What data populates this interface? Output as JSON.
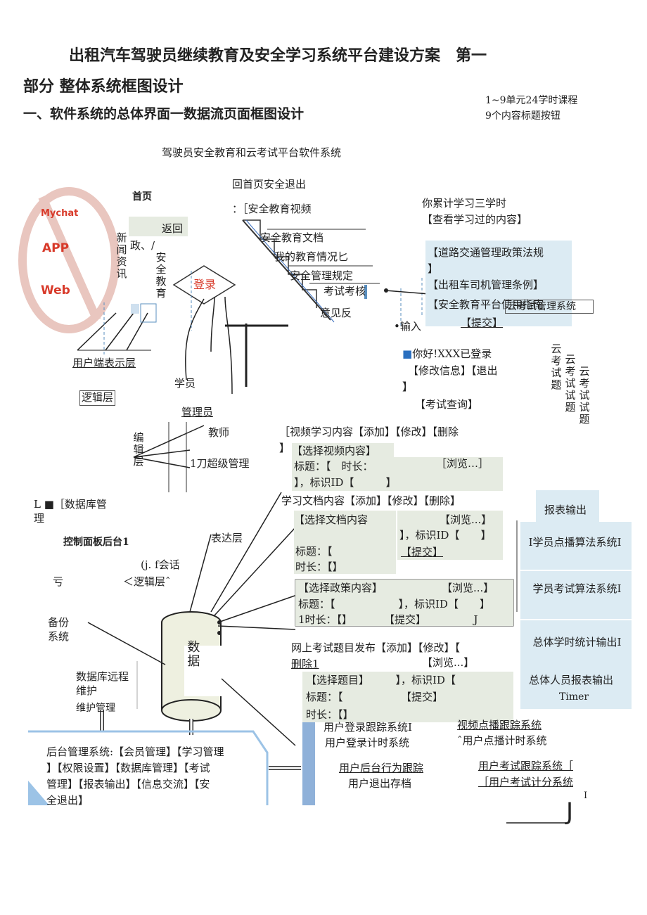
{
  "title": {
    "line1": "出租汽车驾驶员继续教育及安全学习系统平台建设方案　第一",
    "line2": "部分  整体系统框图设计",
    "section": "一、软件系统的总体界面一数据流页面框图设计",
    "note1": "1~9单元24学时课程",
    "note2": "9个内容标题按钮"
  },
  "diagram": {
    "system_title": "驾驶员安全教育和云考试平台软件系统",
    "home_logout": "回首页安全退出",
    "home": "首页",
    "back": "返回",
    "news": "新闻资讯",
    "policy": "政、/",
    "safety_edu": "安全教育",
    "login": "登录",
    "logo_text1": "Mychat",
    "logo_text2": "APP",
    "logo_text3": "Web",
    "menu": [
      "：［安全教育视频",
      "安全教育文档",
      "我的教育情况匕",
      "安全管理规定",
      "考试考核",
      "意见反"
    ],
    "study_hours": "你累计学习三学时",
    "view_studied": "【查看学习过的内容】",
    "policy_items": [
      "【道路交通管理政策法规",
      "】",
      "【出租车司机管理条例】",
      "【安全教育平台使用指南"
    ],
    "exam_mgmt": "云考试管理系统",
    "input": "•输入",
    "submit": "【提交】",
    "logged_in": "你好!XXX已登录",
    "modify_info": "【修改信息】【退出",
    "bracket_close": "】",
    "exam_query": "【考试查询】",
    "cloud_exam": [
      "云考试题",
      "云考试试题",
      "云考试试题"
    ],
    "user_layer": "用户端表示层",
    "logic_layer": "逻辑层",
    "student": "学员",
    "admin": "管理员",
    "teacher": "教师",
    "edit_layer": "编辑层",
    "super_admin": "1刀超级管理",
    "db_mgmt": "L ■［数据库管理",
    "control_panel": "控制面板后台1",
    "session": "(j. f会话",
    "logic_layer2": "＜逻辑层ˆ",
    "pu": "亏",
    "presentation": "表达层",
    "backup": "备份系统",
    "db_remote": "数据库远程维护",
    "maint": "维护管理",
    "database": "数据",
    "video_learn": "［视频学习内容【添加】【修改】【删除",
    "video_select": "【选择视频内容】",
    "video_title": "标题：【　时长：",
    "browse": "［浏览…］",
    "video_id": "】，标识ID【　　　】",
    "doc_learn": "学习文档内容【添加】【修改】【删除】",
    "doc_select": "【选择文档内容",
    "browse2": "【浏览...】",
    "doc_id": "】，标识ID【　　】",
    "doc_title": "标题：【",
    "doc_submit": "【提交】",
    "doc_time": "时长：【】",
    "policy_select": "【选择政策内容】",
    "policy_browse": "【浏览...】",
    "policy_title": "标题：【　　　　　　】，标识ID【　　】",
    "policy_time": "1时长：【】　　　　【提交】　　　　　J",
    "exam_publish": "网上考试题目发布【添加】【修改】【",
    "delete1": "删除1",
    "exam_browse": "【浏览...】",
    "exam_select": "【选择题目】　　　】，标识ID【",
    "exam_title": "标题：【　　　　　　【提交】",
    "exam_time": "时长：【】",
    "report_out": "报表输出",
    "algo1": "I学员点播算法系统I",
    "algo2": "学员考试算法系统I",
    "total_hours": "总体学时统计输出I",
    "total_people": "总体人员报表输出",
    "timer": "Timer",
    "login_track": "用户登录跟踪系统I",
    "login_timer": "用户登录计时系统",
    "video_track": "视频点播跟踪系统",
    "video_timer": "ˆ用户点播计时系统",
    "behavior_track": "用户后台行为跟踪",
    "logout_archive": "用户退出存档",
    "exam_track": "用户考试跟踪系统［",
    "exam_score": "［用户考试计分系统",
    "backend": "后台管理系统:【会员管理】【学习管理】【权限设置】【数据库管理】【考试管理】【报表输出】【信息交流】【安全退出】",
    "backend_l1": "后台管理系统:【会员管理】【学习管理",
    "backend_l2": "】【权限设置】【数据库管理】【考试",
    "backend_l3": "管理】【报表输出】【信息交流】【安",
    "backend_l4": "全退出】",
    "end_mark": "J",
    "i_mark": "I"
  }
}
